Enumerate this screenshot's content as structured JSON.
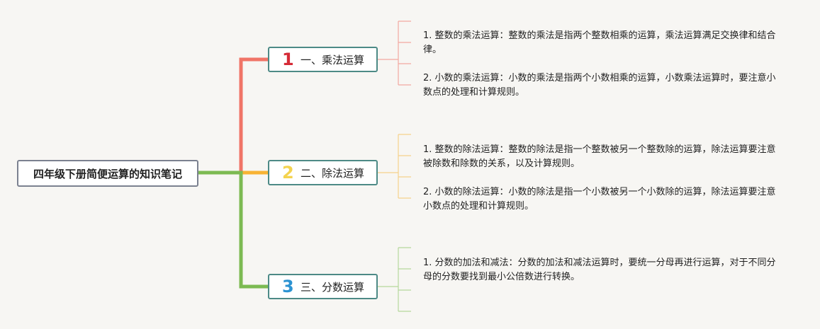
{
  "root": {
    "title": "四年级下册简便运算的知识笔记"
  },
  "branches": [
    {
      "num": "1",
      "label": "一、乘法运算",
      "color": "#f07467",
      "num_color": "#d52b37",
      "leaves": [
        "1. 整数的乘法运算：整数的乘法是指两个整数相乘的运算，乘法运算满足交换律和结合律。",
        "2. 小数的乘法运算：小数的乘法是指两个小数相乘的运算，小数乘法运算时，要注意小数点的处理和计算规则。"
      ]
    },
    {
      "num": "2",
      "label": "二、除法运算",
      "color": "#f8b333",
      "num_color": "#f4d34f",
      "leaves": [
        "1. 整数的除法运算：整数的除法是指一个整数被另一个整数除的运算，除法运算要注意被除数和除数的关系，以及计算规则。",
        "2. 小数的除法运算：小数的除法是指一个小数被另一个小数除的运算，除法运算要注意小数点的处理和计算规则。"
      ]
    },
    {
      "num": "3",
      "label": "三、分数运算",
      "color": "#7cba52",
      "num_color": "#2c93d2",
      "leaves": [
        "1. 分数的加法和减法：分数的加法和减法运算时，要统一分母再进行运算，对于不同分母的分数要找到最小公倍数进行转换。"
      ]
    }
  ]
}
